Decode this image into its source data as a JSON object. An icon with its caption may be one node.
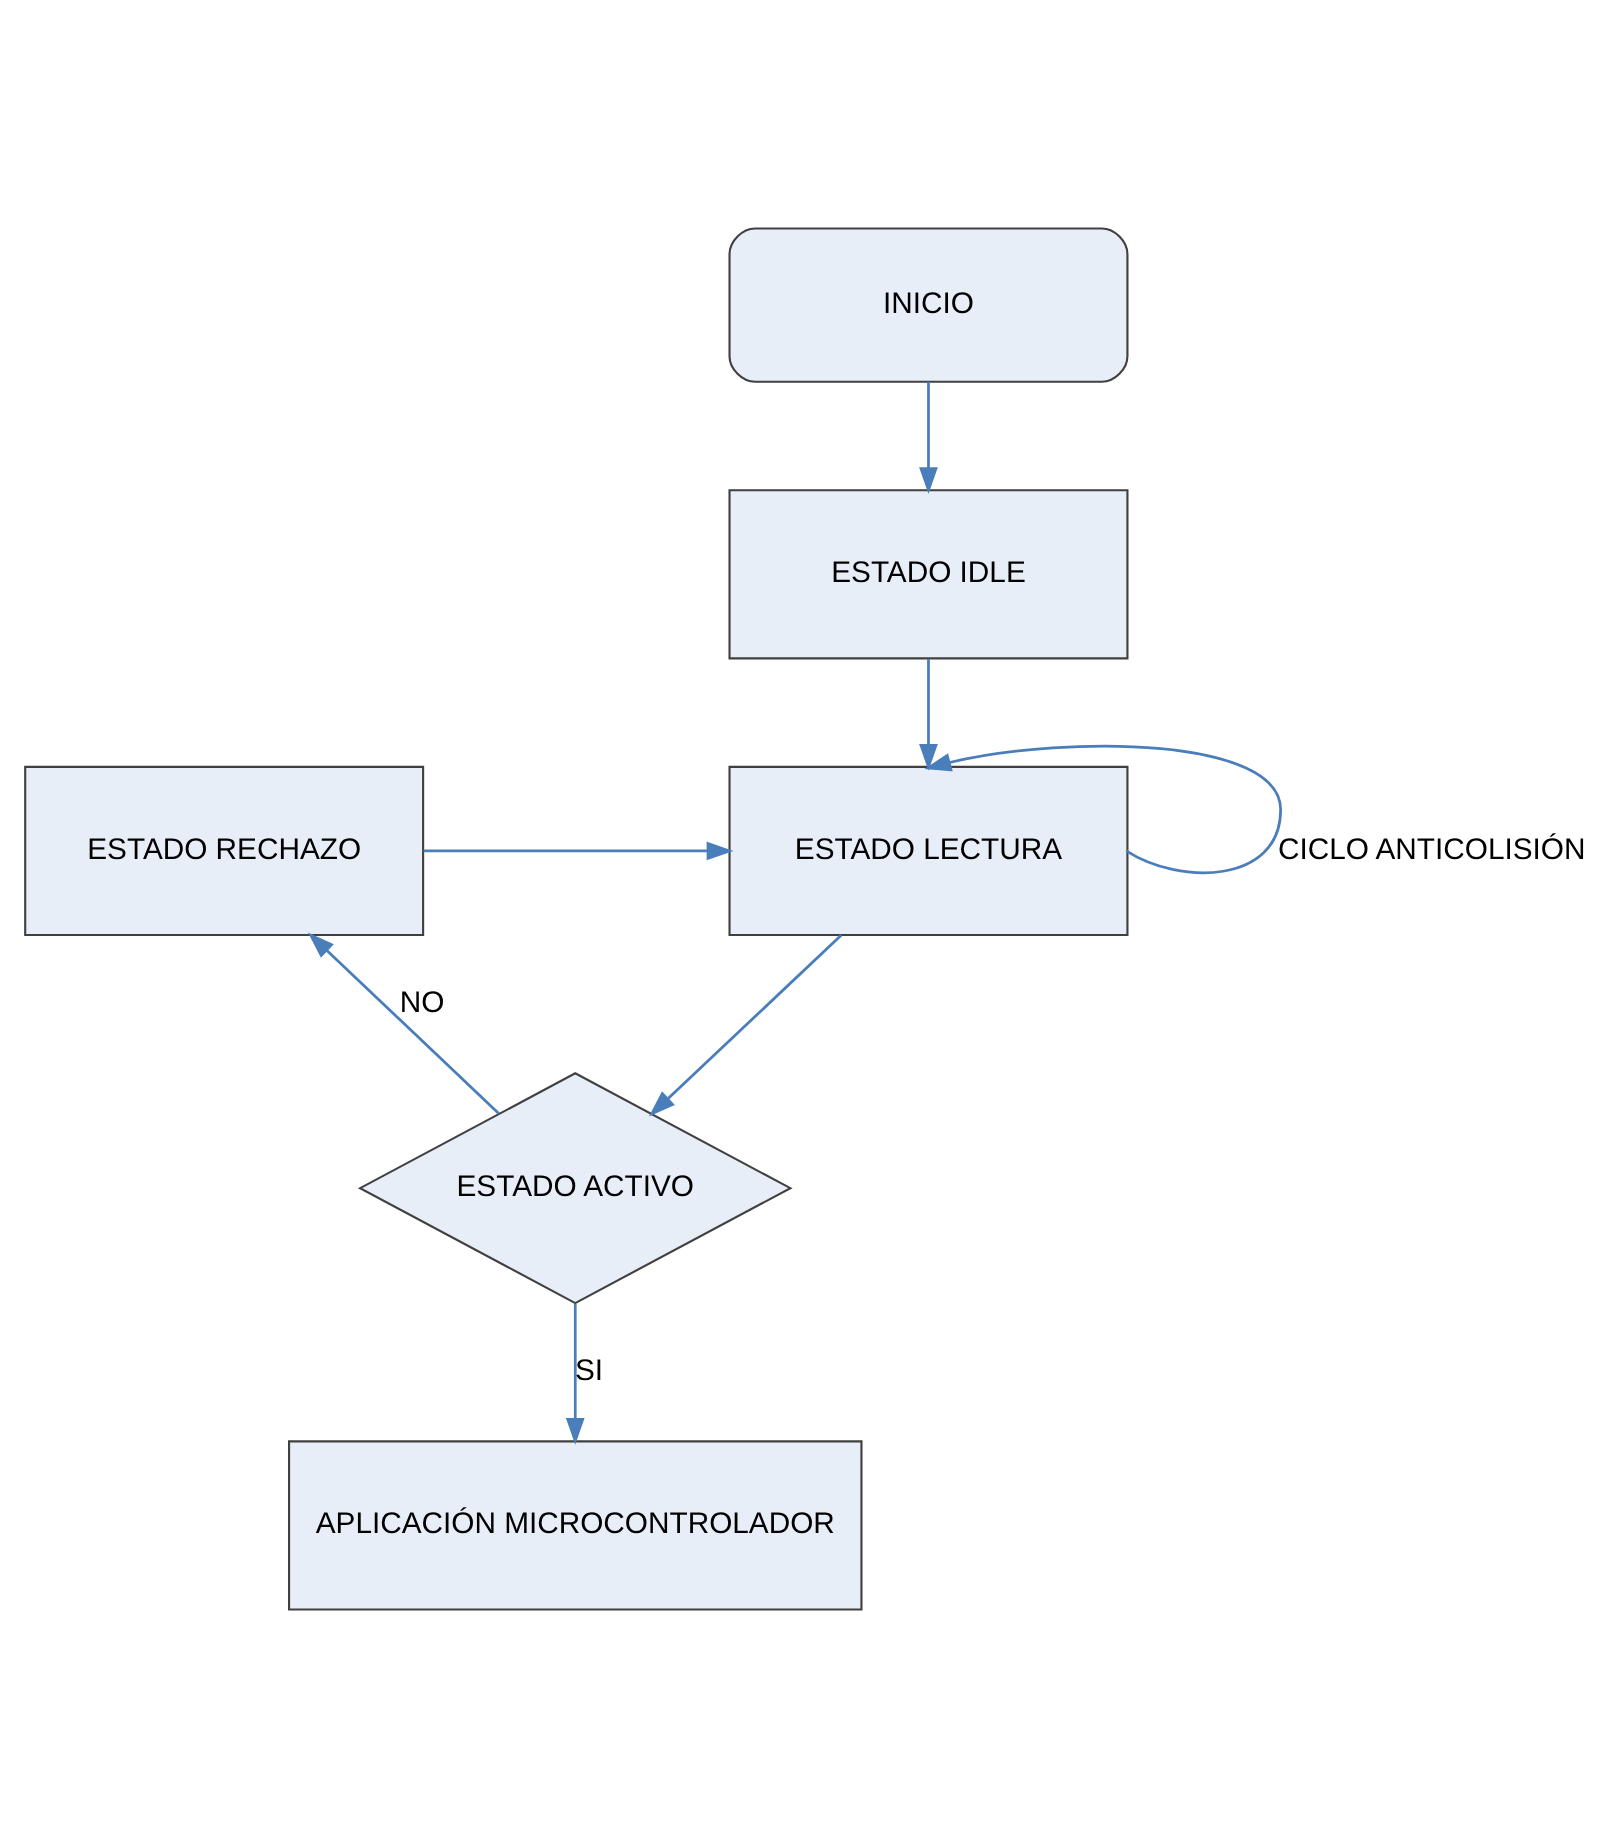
{
  "diagram": {
    "nodes": [
      {
        "text": [
          "INICIO"
        ]
      },
      {
        "text": [
          "ESTADO IDLE"
        ]
      },
      {
        "text": [
          "ESTADO RECHAZO"
        ]
      },
      {
        "text": [
          "ESTADO LECTURA"
        ]
      },
      {
        "text": [
          "ESTADO ACTIVO"
        ]
      },
      {
        "text": [
          "APLICACIÓN MICROCONTROLADOR"
        ]
      }
    ],
    "edges": [
      {
        "from": 0,
        "to": 1,
        "arrow": "to"
      },
      {
        "from": 1,
        "to": 3,
        "arrow": "to"
      },
      {
        "from": 2,
        "to": 3,
        "arrow": "to"
      },
      {
        "from": 3,
        "to": 3,
        "arrow": "to",
        "label": "CICLO ANTICOLISIÓN"
      },
      {
        "from": 3,
        "to": 4,
        "arrow": "to"
      },
      {
        "from": 4,
        "to": 2,
        "arrow": "to",
        "label": "NO"
      },
      {
        "from": 4,
        "to": 5,
        "arrow": "to",
        "label": "SI"
      }
    ]
  }
}
